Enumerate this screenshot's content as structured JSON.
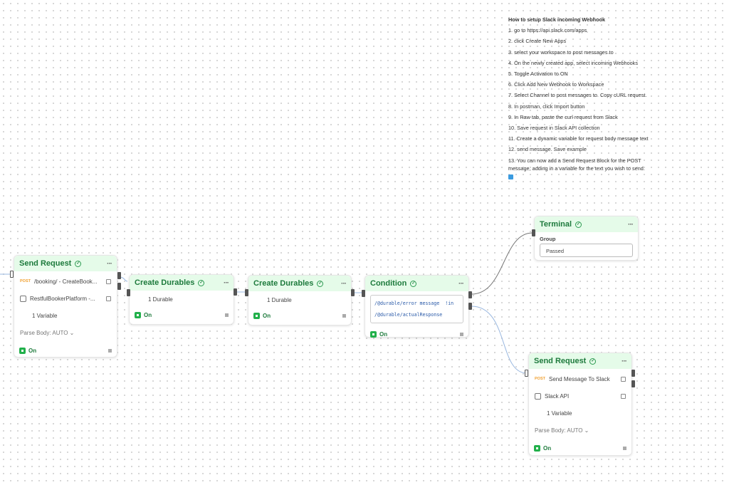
{
  "note": {
    "title": "How to setup Slack incoming Webhook",
    "steps": [
      "1. go to https://api.slack.com/apps",
      "2. click Create New Apps",
      "3. select your workspace to post messages to",
      "4. On the newly created app, select incoming Webhooks",
      "5. Toggle Activation to ON",
      "6. Click Add New Webhook to Workspace",
      "7. Select Channel to post messages to. Copy cURL request.",
      "8. In postman, click Import button",
      "9. In Raw tab, paste the curl request from Slack",
      "10. Save request in Slack API collection",
      "11. Create a dynamic variable for request body message text",
      "12. send message. Save example",
      "13. You can now add a Send Request Block for the POST message, adding in a variable for the text you wish to send."
    ]
  },
  "send1": {
    "title": "Send Request",
    "method": "POST",
    "request": "/booking/ - CreateBook...",
    "collection": "RestfulBookerPlatform -...",
    "variables": "1 Variable",
    "parse": "Parse Body: AUTO",
    "status": "On"
  },
  "dur1": {
    "title": "Create Durables",
    "count": "1 Durable",
    "status": "On"
  },
  "dur2": {
    "title": "Create Durables",
    "count": "1 Durable",
    "status": "On"
  },
  "cond": {
    "title": "Condition",
    "line1": "/@durable/error message  !in",
    "line2": "/@durable/actualResponse",
    "status": "On"
  },
  "term": {
    "title": "Terminal",
    "group_label": "Group",
    "group_value": "Passed"
  },
  "send2": {
    "title": "Send Request",
    "method": "POST",
    "request": "Send Message To Slack",
    "collection": "Slack API",
    "variables": "1 Variable",
    "parse": "Parse Body: AUTO",
    "status": "On"
  },
  "more": "···",
  "check": "✓",
  "colors": {
    "header_bg": "#e5fbe9",
    "title": "#1d7a3c",
    "toggle": "#22b04b",
    "post": "#f0a030"
  }
}
